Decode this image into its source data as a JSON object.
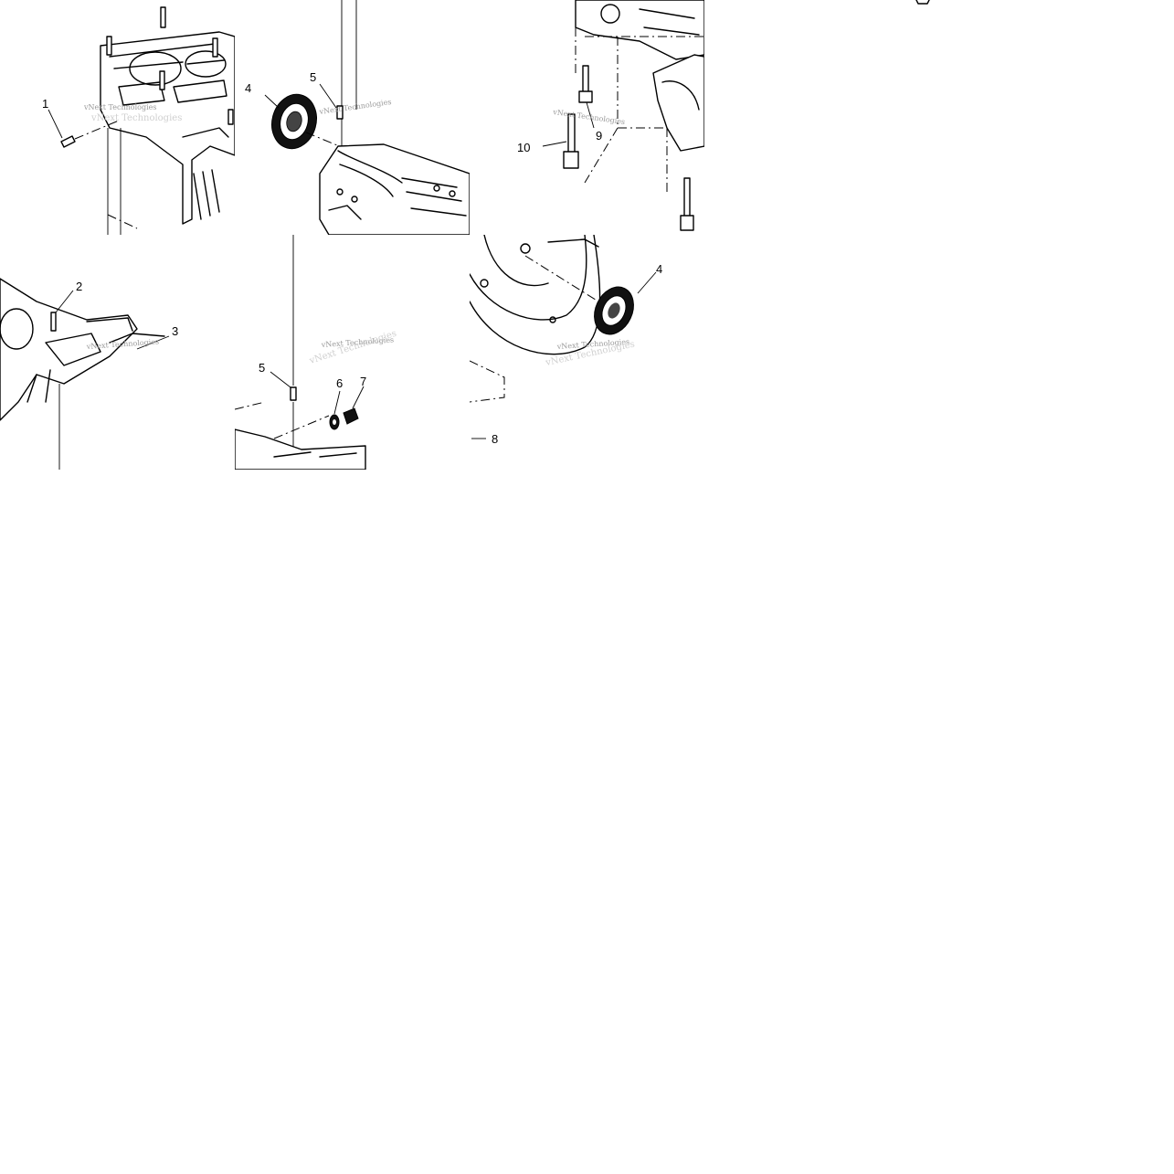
{
  "callouts": {
    "c1": "1",
    "c2": "2",
    "c3": "3",
    "c4a": "4",
    "c4b": "4",
    "c5a": "5",
    "c5b": "5",
    "c6": "6",
    "c7": "7",
    "c8": "8",
    "c9": "9",
    "c10": "10"
  },
  "watermark": {
    "text": "vNext Technologies"
  },
  "colors": {
    "line": "#000000",
    "background": "#ffffff",
    "watermark": "#9a9a9a"
  }
}
